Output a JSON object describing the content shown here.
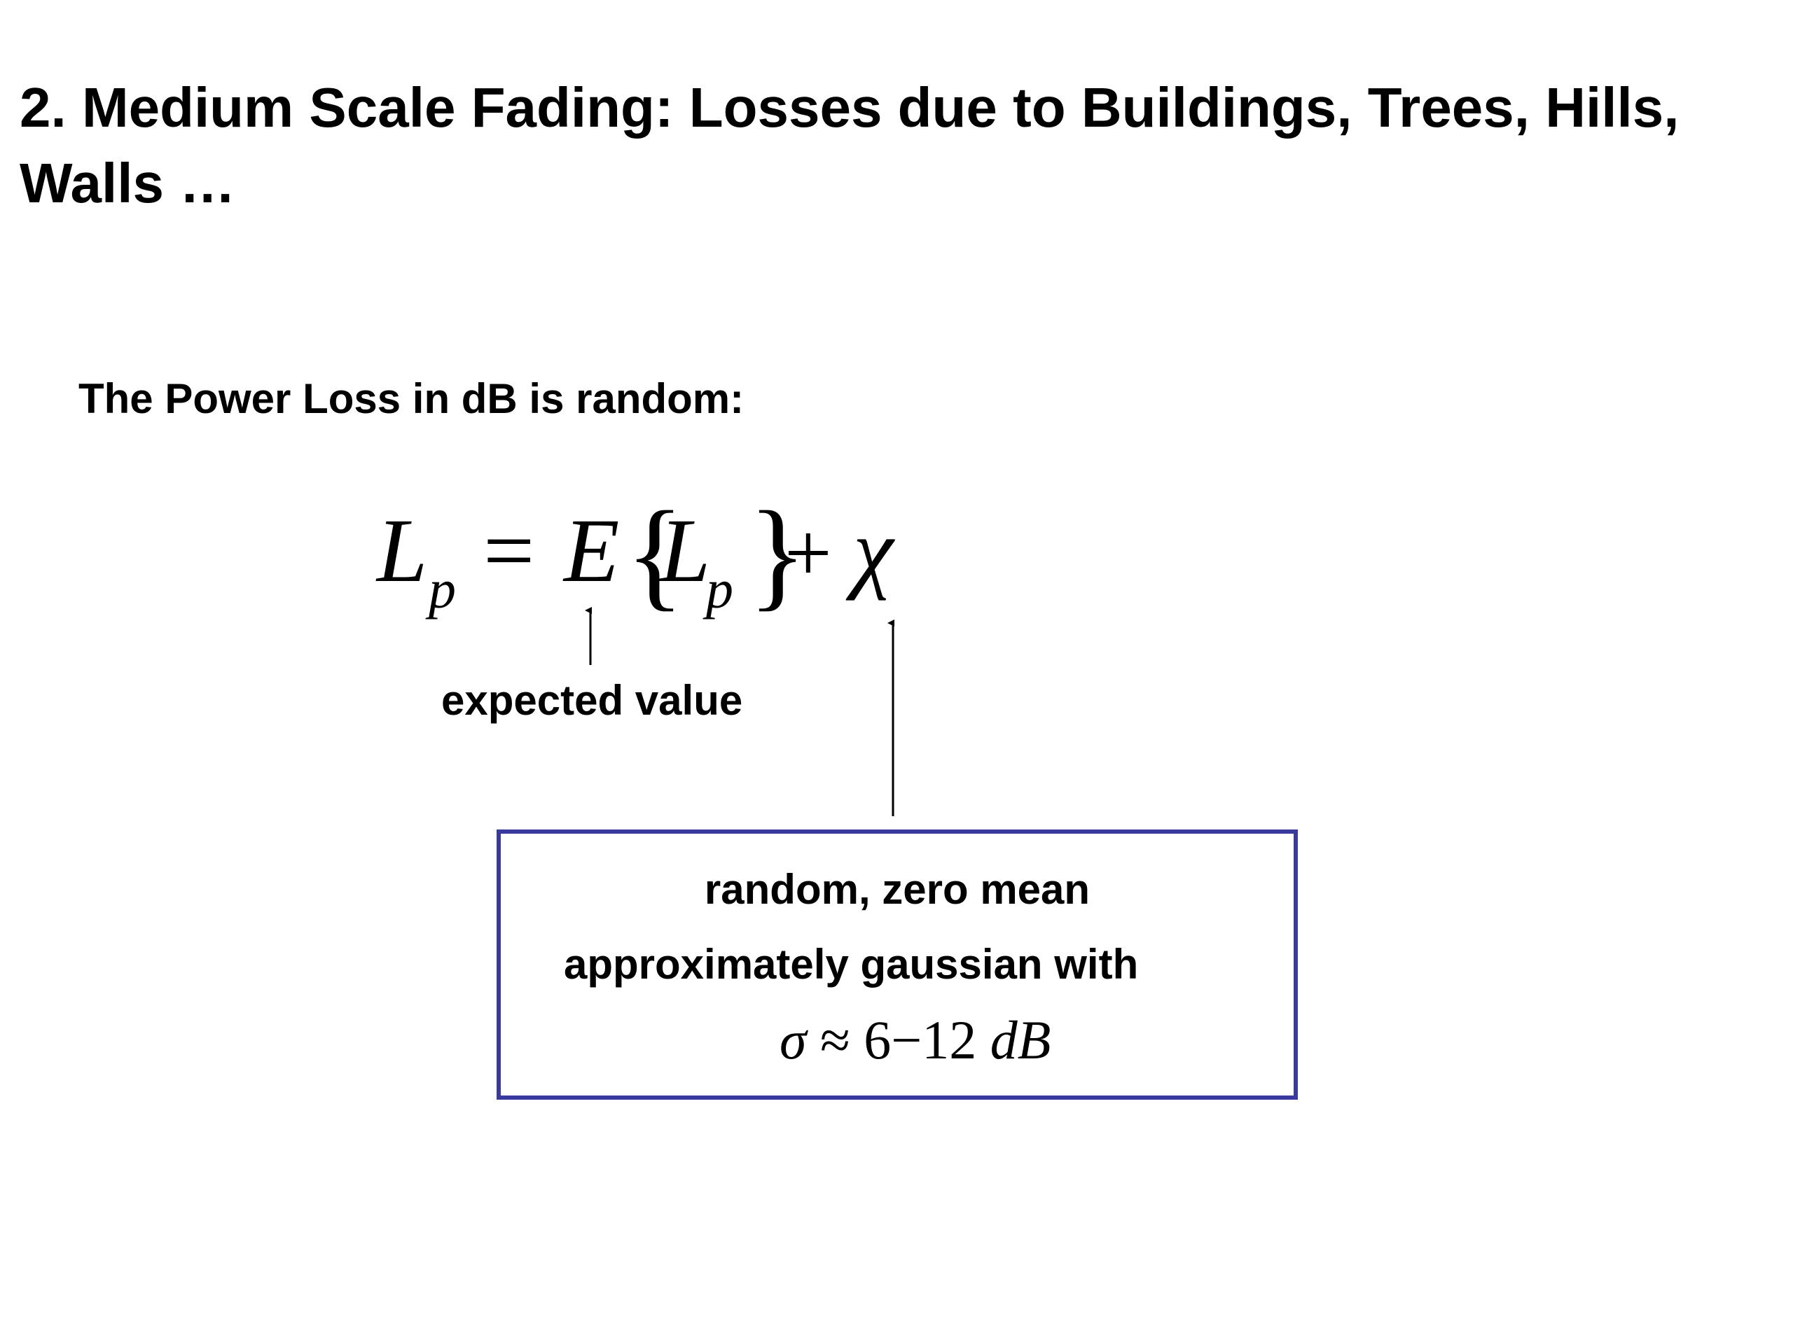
{
  "slide": {
    "title": "2. Medium Scale Fading:  Losses due to Buildings, Trees, Hills, Walls …",
    "intro": "The Power Loss in dB is random:"
  },
  "equation": {
    "lhs_symbol": "L",
    "lhs_subscript": "p",
    "equals": "=",
    "expectation_operator": "E",
    "open_brace": "{",
    "inner_symbol": "L",
    "inner_subscript": "p",
    "close_brace": "}",
    "plus": "+",
    "random_term": "χ"
  },
  "annotations": {
    "expected_value_label": "expected value"
  },
  "note_box": {
    "line1": "random, zero mean",
    "line2": "approximately gaussian with",
    "sigma_symbol": "σ",
    "approx": "≈",
    "range": "6−12",
    "unit": "dB",
    "border_color": "#3a3a9e"
  }
}
